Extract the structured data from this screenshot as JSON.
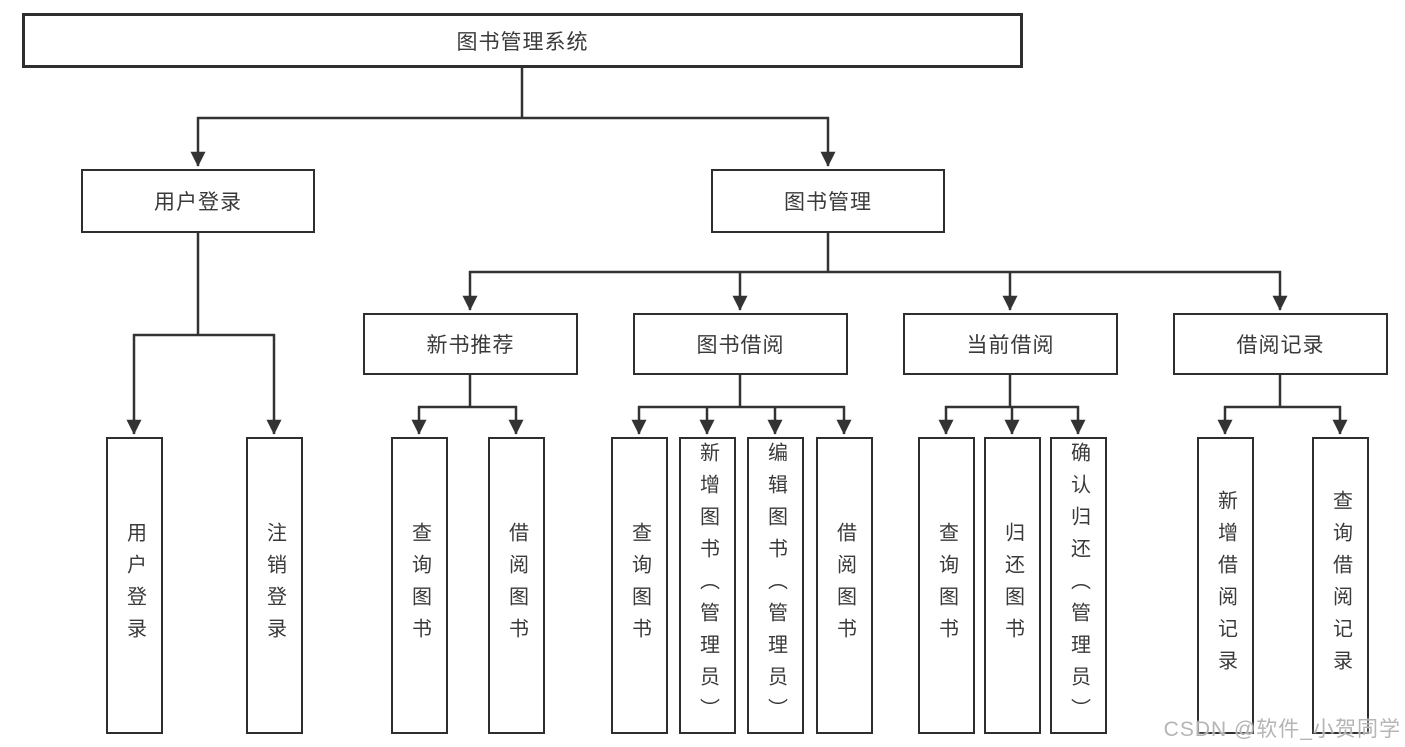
{
  "tree": {
    "label": "图书管理系统",
    "children": [
      {
        "label": "用户登录",
        "children": [
          {
            "label": "用户登录"
          },
          {
            "label": "注销登录"
          }
        ]
      },
      {
        "label": "图书管理",
        "children": [
          {
            "label": "新书推荐",
            "children": [
              {
                "label": "查询图书"
              },
              {
                "label": "借阅图书"
              }
            ]
          },
          {
            "label": "图书借阅",
            "children": [
              {
                "label": "查询图书"
              },
              {
                "label": "新增图书（管理员）"
              },
              {
                "label": "编辑图书（管理员）"
              },
              {
                "label": "借阅图书"
              }
            ]
          },
          {
            "label": "当前借阅",
            "children": [
              {
                "label": "查询图书"
              },
              {
                "label": "归还图书"
              },
              {
                "label": "确认归还（管理员）"
              }
            ]
          },
          {
            "label": "借阅记录",
            "children": [
              {
                "label": "新增借阅记录"
              },
              {
                "label": "查询借阅记录"
              }
            ]
          }
        ]
      }
    ]
  },
  "watermark": "CSDN @软件_小贺同学",
  "colors": {
    "line": "#333333",
    "box_border": "#2e2e2e",
    "text": "#3a3a3a",
    "watermark_text": "#b5b5b5",
    "background": "#ffffff"
  }
}
